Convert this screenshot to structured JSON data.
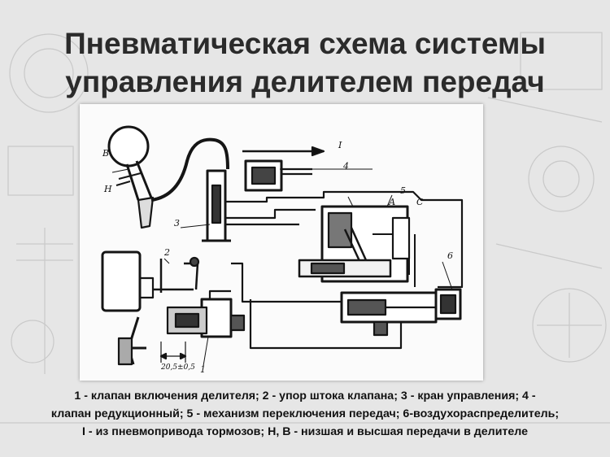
{
  "title": {
    "line1": "Пневматическая схема системы",
    "line2": "управления делителем передач"
  },
  "diagram": {
    "labels": {
      "label_1": "1",
      "label_2": "2",
      "label_3": "3",
      "label_4": "4",
      "label_5": "5",
      "label_6": "6",
      "label_I": "I",
      "label_A": "А",
      "label_C": "С",
      "label_B": "В",
      "label_H": "Н",
      "dimension": "20,5±0,5"
    }
  },
  "caption": {
    "line1": "1 - клапан включения делителя; 2 - упор штока клапана; 3 - кран управления; 4 -",
    "line2": "клапан редукционный; 5 - механизм переключения передач; 6-воздухораспределитель;",
    "line3": "I - из пневмопривода тормозов; Н, В - низшая и высшая передачи в делителе"
  }
}
